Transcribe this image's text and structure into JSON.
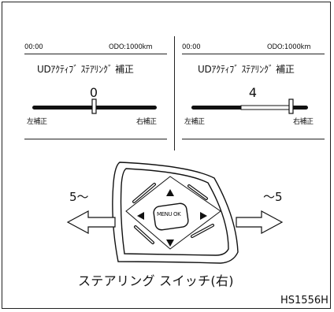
{
  "left_panel": {
    "time": "00:00",
    "odo": "ODO:1000km",
    "title": "UDｱｸﾃｨﾌﾞ ｽﾃｱﾘﾝｸﾞ 補正",
    "value": "0",
    "left_label": "左補正",
    "right_label": "右補正"
  },
  "right_panel": {
    "time": "00:00",
    "odo": "ODO:1000km",
    "title": "UDｱｸﾃｨﾌﾞ ｽﾃｱﾘﾝｸﾞ 補正",
    "value": "4",
    "left_label": "左補正",
    "right_label": "右補正"
  },
  "switch": {
    "left_range": "5～",
    "right_range": "～5",
    "center_label": "MENU OK",
    "caption": "ステアリング スイッチ(右)"
  },
  "figure_code": "HS1556H"
}
